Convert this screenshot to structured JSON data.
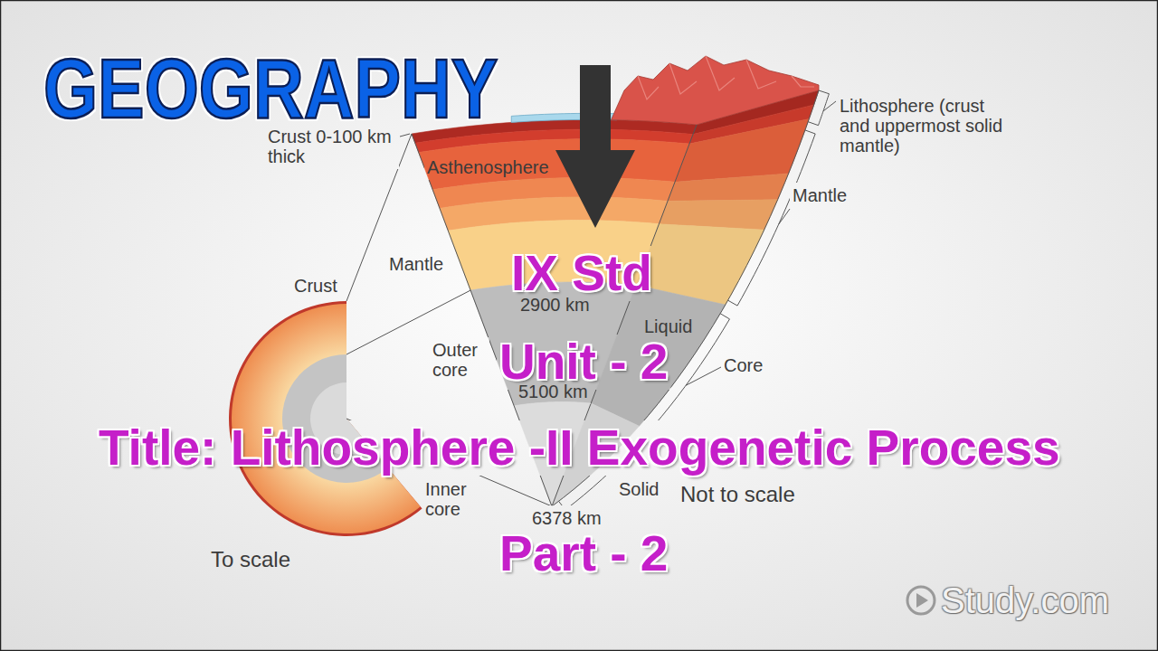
{
  "diagram": {
    "title": "GEOGRAPHY",
    "labels": [
      "Crust 0-100 km thick",
      "Asthenosphere",
      "Lithosphere (crust and uppermost solid mantle)",
      "Mantle",
      "IX Std",
      "2900 km",
      "Mantle",
      "Crust",
      "Liquid",
      "Unit - 2",
      "Outer core",
      "Core",
      "5100 km",
      "Title: Lithosphere -II Exogenetic Process",
      "Inner core",
      "Solid",
      "Not to scale",
      "6378 km",
      "Part - 2",
      "To scale",
      "Study.com"
    ]
  }
}
